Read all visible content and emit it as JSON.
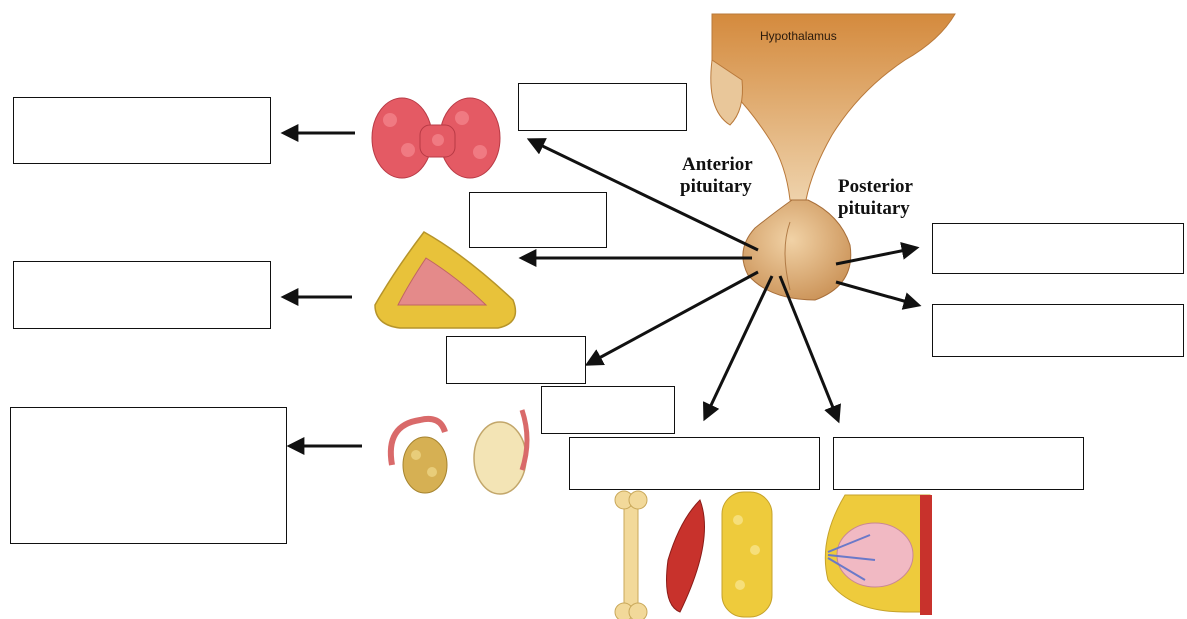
{
  "labels": {
    "hypothalamus": "Hypothalamus",
    "anterior_line1": "Anterior",
    "anterior_line2": "pituitary",
    "posterior_line1": "Posterior",
    "posterior_line2": "pituitary"
  },
  "answer_boxes": [
    {
      "target": "thyroid-hormone",
      "value": ""
    },
    {
      "target": "thyroid-stimulating-hormone",
      "value": ""
    },
    {
      "target": "adrenal-cortex-stimulating-hormone",
      "value": ""
    },
    {
      "target": "adrenal-hormone",
      "value": ""
    },
    {
      "target": "gonadotropin-1",
      "value": ""
    },
    {
      "target": "gonadotropin-2",
      "value": ""
    },
    {
      "target": "gonad-hormones",
      "value": ""
    },
    {
      "target": "growth-hormone",
      "value": ""
    },
    {
      "target": "prolactin",
      "value": ""
    },
    {
      "target": "posterior-hormone-1",
      "value": ""
    },
    {
      "target": "posterior-hormone-2",
      "value": ""
    }
  ],
  "colors": {
    "hypothalamus_fill": "#d9a061",
    "pituitary_fill": "#dcae78",
    "thyroid": "#e45a64",
    "adrenal_outer": "#e8c23a",
    "adrenal_inner": "#e48a8a",
    "arrow": "#111111"
  }
}
